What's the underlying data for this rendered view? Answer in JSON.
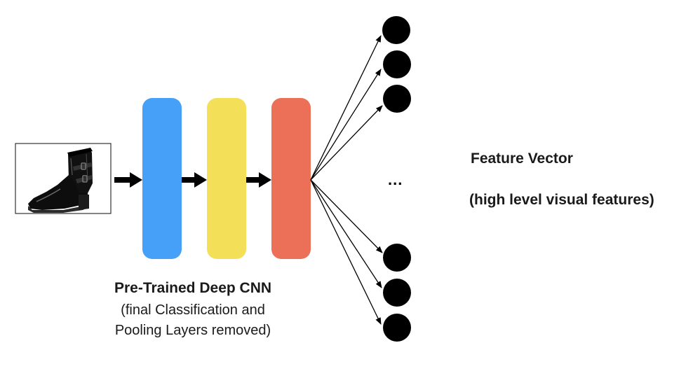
{
  "input": {
    "image_icon": "black-leather-boot-icon"
  },
  "cnn": {
    "layers": [
      {
        "color": "#46a0f8"
      },
      {
        "color": "#f3e058"
      },
      {
        "color": "#ec6f57"
      }
    ]
  },
  "caption": {
    "title": "Pre-Trained Deep CNN",
    "line1": "(final Classification and",
    "line2": "Pooling Layers removed)"
  },
  "feature_vector": {
    "ellipsis": "...",
    "title": "Feature Vector",
    "subtitle": "(high level visual features)"
  },
  "colors": {
    "node": "#000000",
    "arrow": "#000000"
  }
}
